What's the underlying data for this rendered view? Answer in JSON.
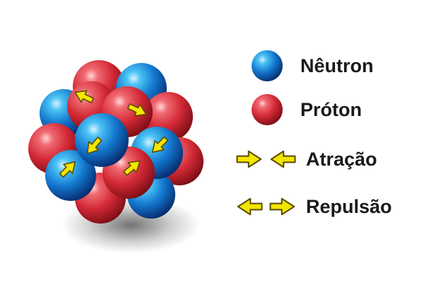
{
  "legend": {
    "neutron": "Nêutron",
    "proton": "Próton",
    "attraction": "Atração",
    "repulsion": "Repulsão"
  },
  "colors": {
    "neutron": "#1e7fd8",
    "proton": "#d9323d",
    "arrow_fill": "#f3e600",
    "arrow_stroke": "#5b4a00",
    "background": "#ffffff"
  }
}
